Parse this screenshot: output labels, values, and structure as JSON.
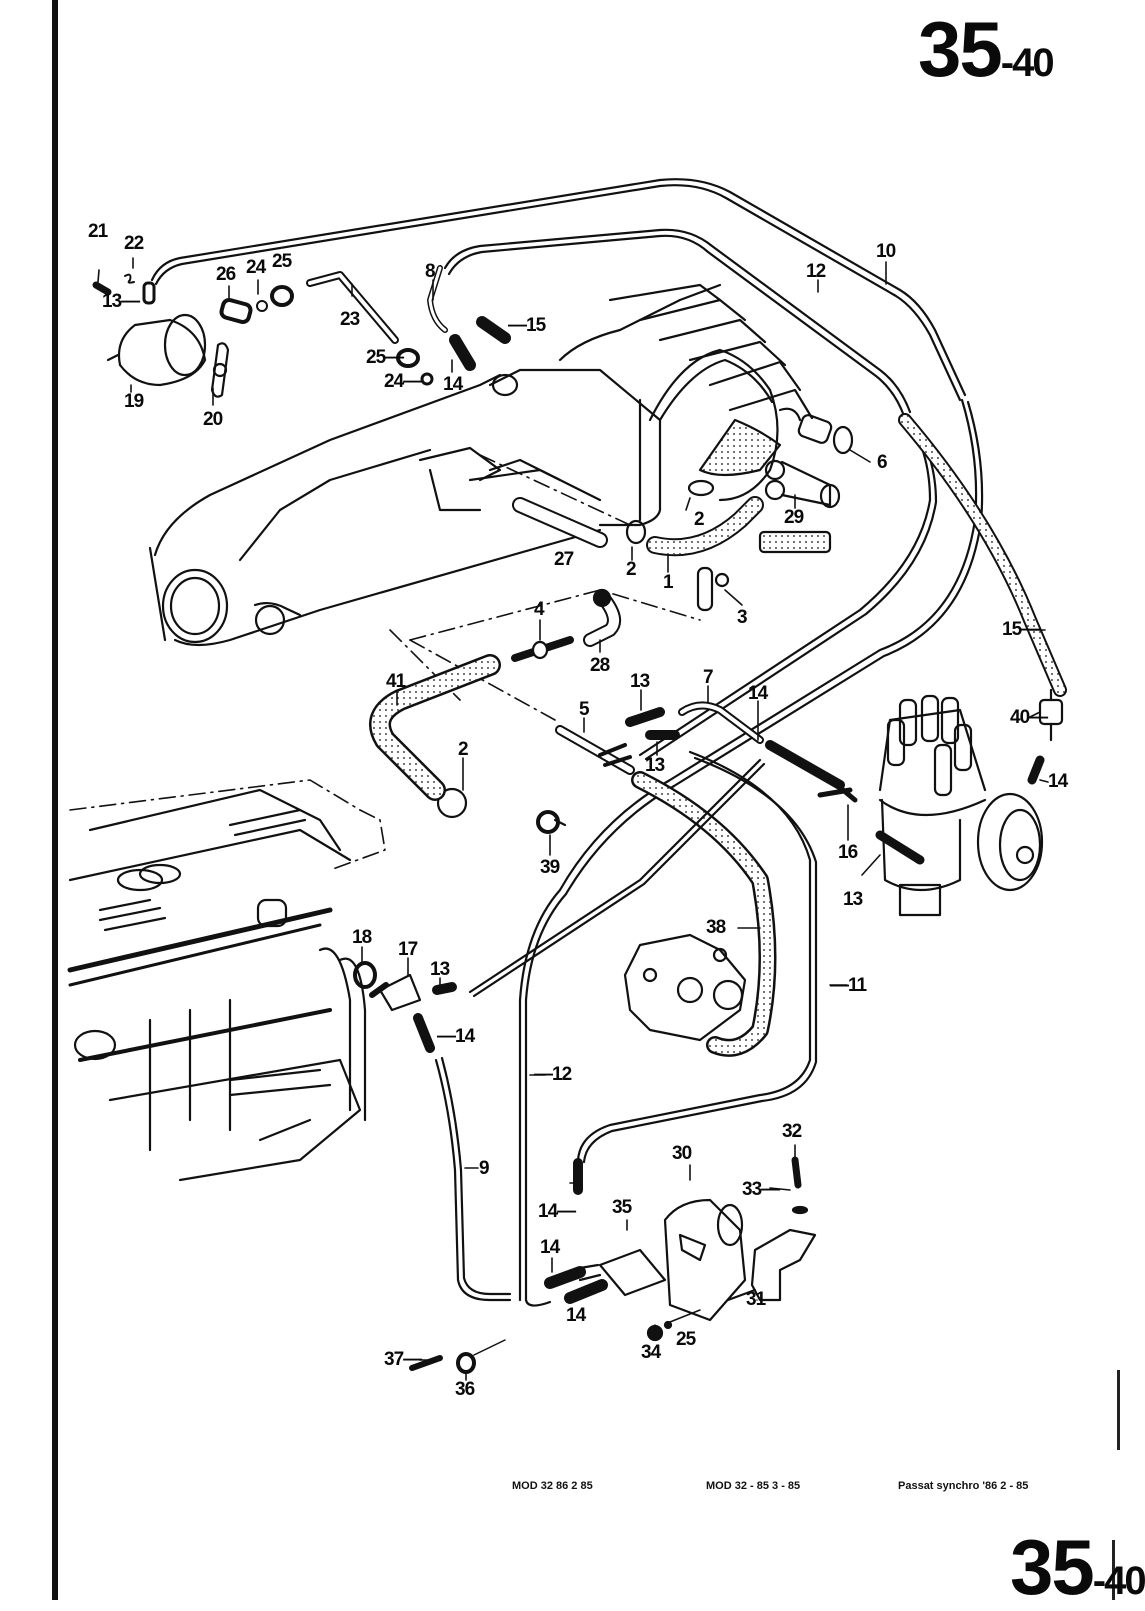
{
  "page": {
    "section": "35",
    "subsection": "-40",
    "bottom_section": "35",
    "bottom_subsection": "-40"
  },
  "footer": {
    "model_1": "MOD 32   86   2 85",
    "model_2": "MOD 32 - 85   3 - 85",
    "model_3": "Passat synchro '86 2 - 85"
  },
  "callouts": [
    {
      "id": "c21",
      "text": "21"
    },
    {
      "id": "c22",
      "text": "22"
    },
    {
      "id": "c13a",
      "text": "13—"
    },
    {
      "id": "c26",
      "text": "26"
    },
    {
      "id": "c24a",
      "text": "24"
    },
    {
      "id": "c25a",
      "text": "25"
    },
    {
      "id": "c23",
      "text": "23"
    },
    {
      "id": "c19",
      "text": "19"
    },
    {
      "id": "c20",
      "text": "20"
    },
    {
      "id": "c25b",
      "text": "25—"
    },
    {
      "id": "c24b",
      "text": "24—"
    },
    {
      "id": "c14a",
      "text": "14"
    },
    {
      "id": "c8",
      "text": "8"
    },
    {
      "id": "c15a",
      "text": "—15"
    },
    {
      "id": "c12a",
      "text": "12"
    },
    {
      "id": "c10",
      "text": "10"
    },
    {
      "id": "c6",
      "text": "6"
    },
    {
      "id": "c29",
      "text": "29"
    },
    {
      "id": "c2a",
      "text": "2"
    },
    {
      "id": "c2b",
      "text": "2"
    },
    {
      "id": "c1",
      "text": "1"
    },
    {
      "id": "c27",
      "text": "27"
    },
    {
      "id": "c3",
      "text": "3"
    },
    {
      "id": "c4",
      "text": "4"
    },
    {
      "id": "c28",
      "text": "28"
    },
    {
      "id": "c15b",
      "text": "15—"
    },
    {
      "id": "c41",
      "text": "41"
    },
    {
      "id": "c5",
      "text": "5"
    },
    {
      "id": "c13b",
      "text": "13"
    },
    {
      "id": "c7",
      "text": "7"
    },
    {
      "id": "c14b",
      "text": "14"
    },
    {
      "id": "c13c",
      "text": "13"
    },
    {
      "id": "c2c",
      "text": "2"
    },
    {
      "id": "c40",
      "text": "40—"
    },
    {
      "id": "c14c",
      "text": "14"
    },
    {
      "id": "c16",
      "text": "16"
    },
    {
      "id": "c13d",
      "text": "13"
    },
    {
      "id": "c39",
      "text": "39"
    },
    {
      "id": "c38",
      "text": "38"
    },
    {
      "id": "c18",
      "text": "18"
    },
    {
      "id": "c17",
      "text": "17"
    },
    {
      "id": "c13e",
      "text": "13"
    },
    {
      "id": "c14d",
      "text": "—14"
    },
    {
      "id": "c11",
      "text": "—11"
    },
    {
      "id": "c12b",
      "text": "—12"
    },
    {
      "id": "c9",
      "text": "9"
    },
    {
      "id": "c32",
      "text": "32"
    },
    {
      "id": "c30",
      "text": "30"
    },
    {
      "id": "c33",
      "text": "33—"
    },
    {
      "id": "c14e",
      "text": "14—"
    },
    {
      "id": "c35",
      "text": "35"
    },
    {
      "id": "c14f",
      "text": "14"
    },
    {
      "id": "c31",
      "text": "31"
    },
    {
      "id": "c14g",
      "text": "14"
    },
    {
      "id": "c34",
      "text": "34"
    },
    {
      "id": "c25c",
      "text": "25"
    },
    {
      "id": "c37",
      "text": "37—"
    },
    {
      "id": "c36",
      "text": "36"
    }
  ]
}
